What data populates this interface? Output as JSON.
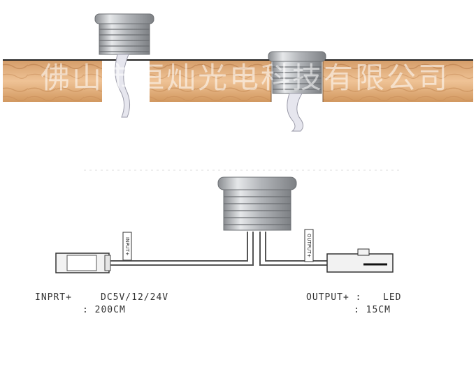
{
  "watermark": "佛山市恒灿光电科技有限公司",
  "diagram": {
    "input_tag": "INPUT+",
    "output_tag": "OUTPUT+"
  },
  "specs": {
    "input_label": "INPRT+",
    "input_voltage": "DC5V/12/24V",
    "input_length": ": 200CM",
    "output_label": "OUTPUT+ :",
    "output_target": "LED",
    "output_length": ": 15CM"
  },
  "colors": {
    "wood_light": "#e9b98a",
    "wood_dark": "#c98f5c",
    "metal": "#b9bcc0",
    "cable": "#555555"
  }
}
